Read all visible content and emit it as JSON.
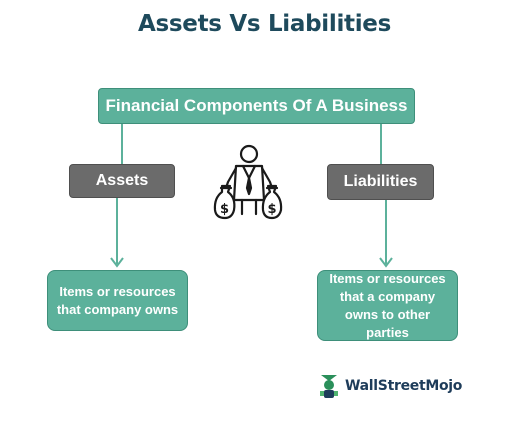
{
  "title": "Assets Vs Liabilities",
  "root": {
    "label": "Financial Components Of A Business"
  },
  "assets": {
    "label": "Assets",
    "description": "Items or resources that company owns"
  },
  "liabilities": {
    "label": "Liabilities",
    "description": "Items or resources that a company owns to other parties"
  },
  "center_icon": "businessman-with-money-bags-icon",
  "brand": {
    "name": "WallStreetMojo",
    "icon": "wallstreetmojo-logo-icon"
  },
  "colors": {
    "title": "#1e4a5c",
    "green_box": "#5cb19b",
    "gray_box": "#6b6b6b",
    "connector": "#5cb19b"
  }
}
